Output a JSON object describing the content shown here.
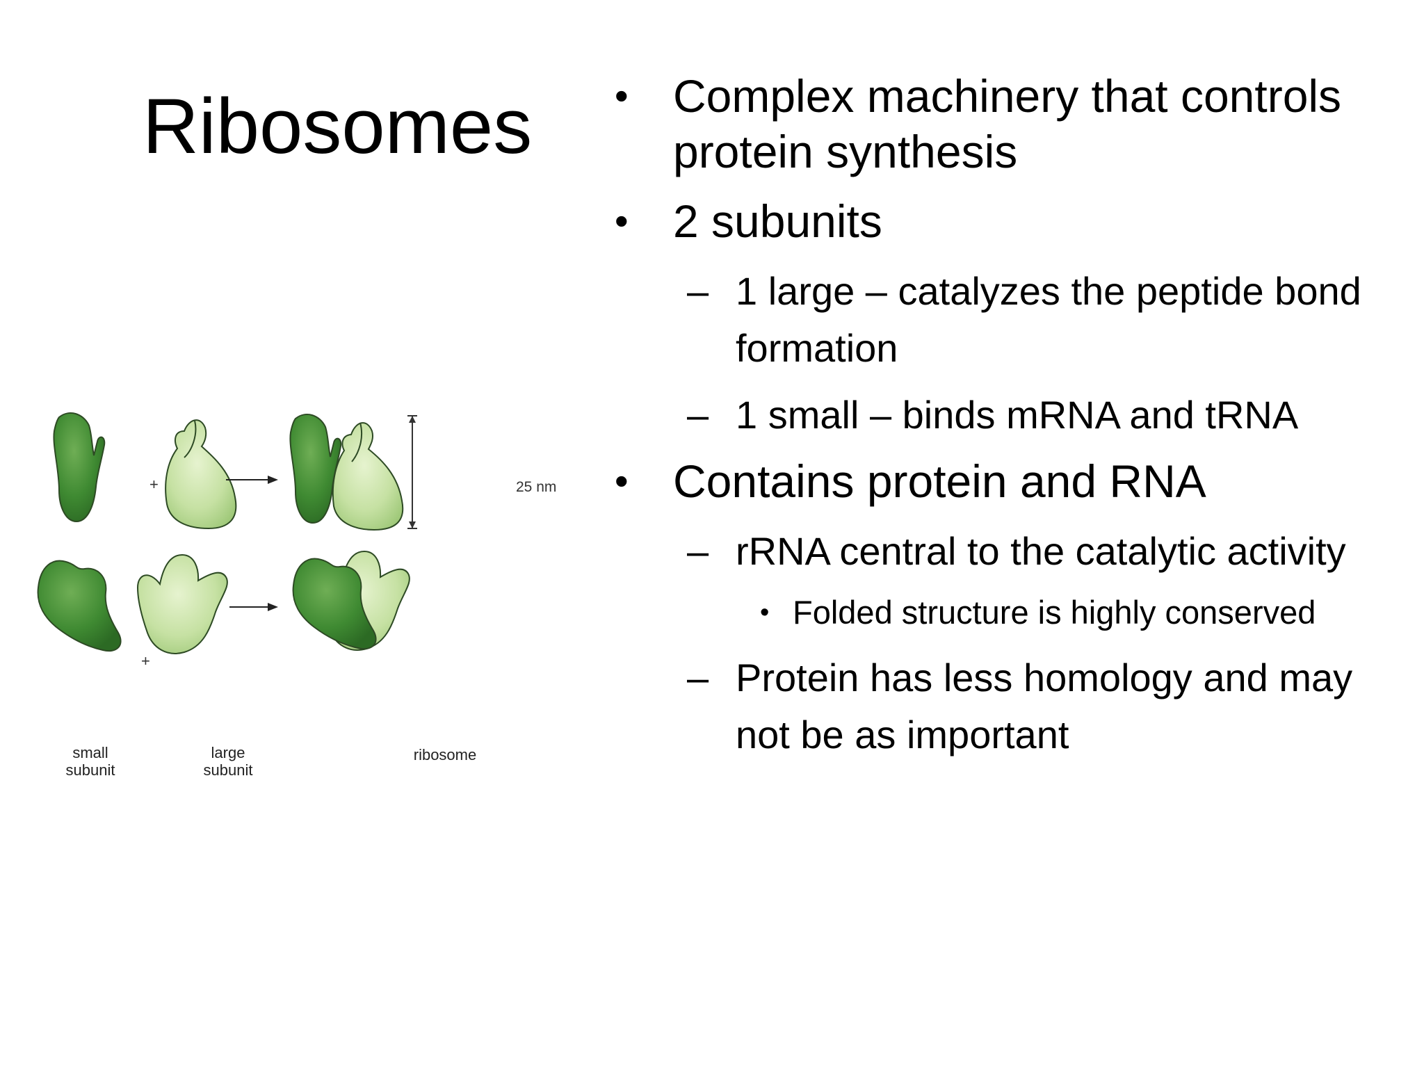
{
  "slide": {
    "title": "Ribosomes",
    "bullets": [
      {
        "level": 1,
        "text": "Complex machinery that controls protein synthesis"
      },
      {
        "level": 1,
        "text": "2 subunits"
      },
      {
        "level": 2,
        "text": "1 large – catalyzes the peptide bond formation"
      },
      {
        "level": 2,
        "text": "1 small – binds mRNA and tRNA"
      },
      {
        "level": 1,
        "text": "Contains protein and RNA"
      },
      {
        "level": 2,
        "text": "rRNA central to the catalytic activity"
      },
      {
        "level": 3,
        "text": "Folded structure is highly conserved"
      },
      {
        "level": 2,
        "text": "Protein has less homology and may not be as important"
      }
    ],
    "markers": {
      "level1": "•",
      "level2": "–",
      "level3": "•"
    }
  },
  "figure": {
    "plus_sign": "+",
    "scale_label": "25 nm",
    "labels": {
      "small": "small\nsubunit",
      "large": "large\nsubunit",
      "ribosome": "ribosome"
    },
    "colors": {
      "dark_green": "#3f8a32",
      "light_green": "#bfdc9a",
      "outline": "#2d4a24"
    }
  }
}
